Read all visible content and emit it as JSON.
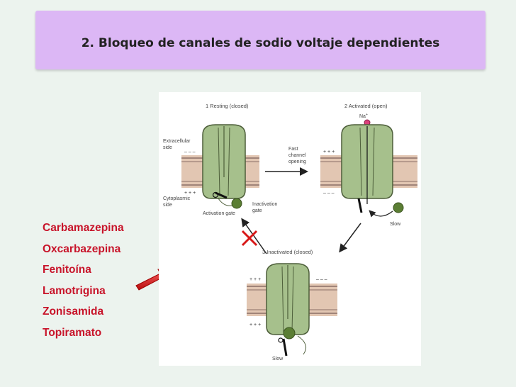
{
  "title": "2. Bloqueo de canales de sodio voltaje dependientes",
  "drugs": [
    "Carbamazepina",
    "Oxcarbazepina",
    "Fenitoína",
    "Lamotrigina",
    "Zonisamida",
    "Topiramato"
  ],
  "diagram": {
    "state1": "1  Resting (closed)",
    "state2": "2  Activated (open)",
    "state3": "3  Inactivated (closed)",
    "extracellular": [
      "Extracellular",
      "side"
    ],
    "cytoplasmic": [
      "Cytoplasmic",
      "side"
    ],
    "fast_opening": [
      "Fast",
      "channel",
      "opening"
    ],
    "activation_gate": "Activation gate",
    "inactivation_gate": [
      "Inactivation",
      "gate"
    ],
    "na": "Na",
    "na_sup": "+",
    "slow_a": "Slow",
    "slow_b": "Slow",
    "plus": "+ + +",
    "minus": "– – –"
  },
  "colors": {
    "title_bg": "#dcb7f5",
    "drug_text": "#c8142a",
    "channel": "#a6c08c",
    "membrane": "#e2c6b2",
    "arrow": "#d81818"
  }
}
